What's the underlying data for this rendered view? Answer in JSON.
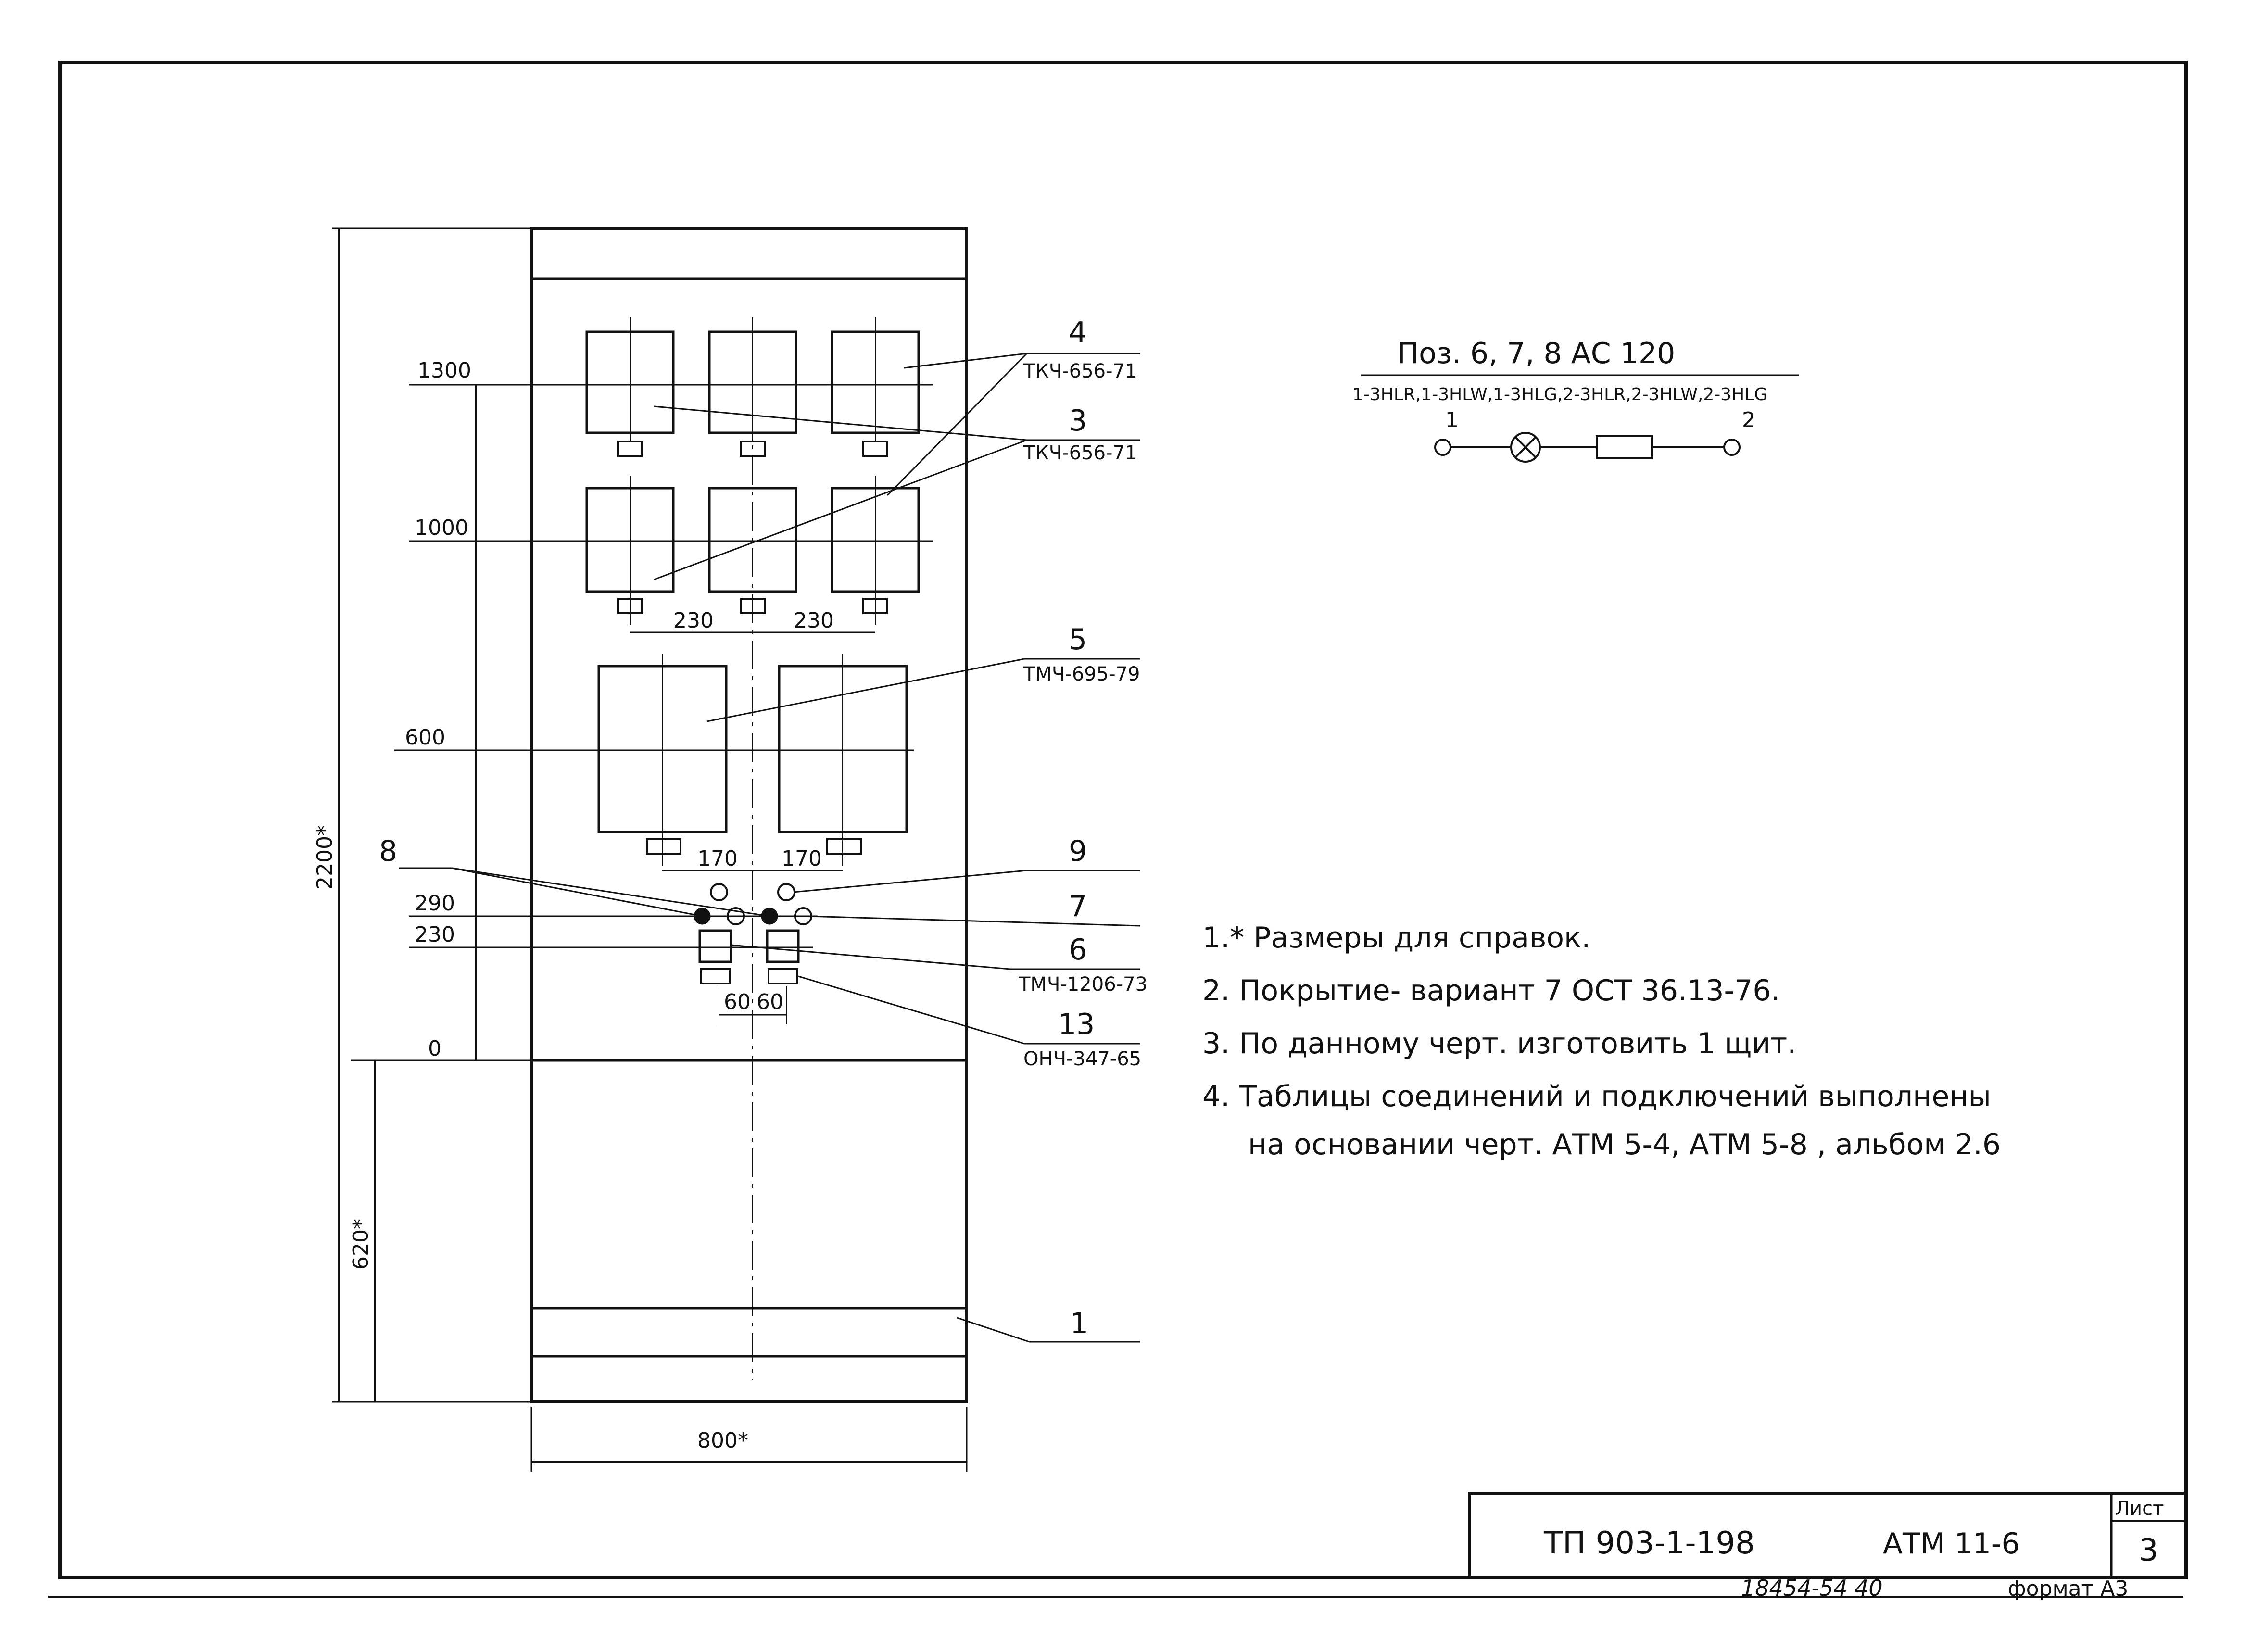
{
  "dims": {
    "h1300": "1300",
    "h1000": "1000",
    "h600": "600",
    "h290": "290",
    "h230": "230",
    "h0": "0",
    "total_height": "2200*",
    "base_height": "620*",
    "width": "800*",
    "spacing_a": "230",
    "spacing_b": "230",
    "spacing_c": "170",
    "spacing_d": "170",
    "spacing_e": "60",
    "spacing_f": "60"
  },
  "leaders": [
    {
      "num": "4",
      "code": "ТКЧ-656-71"
    },
    {
      "num": "3",
      "code": "ТКЧ-656-71"
    },
    {
      "num": "5",
      "code": "ТМЧ-695-79"
    },
    {
      "num": "9",
      "code": ""
    },
    {
      "num": "7",
      "code": ""
    },
    {
      "num": "6",
      "code": "ТМЧ-1206-73"
    },
    {
      "num": "13",
      "code": "ОНЧ-347-65"
    },
    {
      "num": "1",
      "code": ""
    },
    {
      "num": "8",
      "code": ""
    }
  ],
  "schematic": {
    "title": "Поз. 6, 7, 8   АС 120",
    "subtitle": "1-3HLR,1-3HLW,1-3HLG,2-3HLR,2-3HLW,2-3HLG",
    "node1": "1",
    "node2": "2"
  },
  "notes": [
    "1.* Размеры для справок.",
    "2.  Покрытие- вариант 7  ОСТ 36.13-76.",
    "3.  По данному черт. изготовить 1 щит.",
    "4.  Таблицы соединений и подключений выполнены",
    "на основании  черт.  АТМ 5-4, АТМ 5-8 , альбом 2.6"
  ],
  "title_block": {
    "doc": "ТП  903-1-198",
    "code": "АТМ 11-6",
    "sheet_label": "Лист",
    "sheet_num": "3"
  },
  "footer": {
    "inv": "18454-54  40",
    "format": "формат А3"
  }
}
